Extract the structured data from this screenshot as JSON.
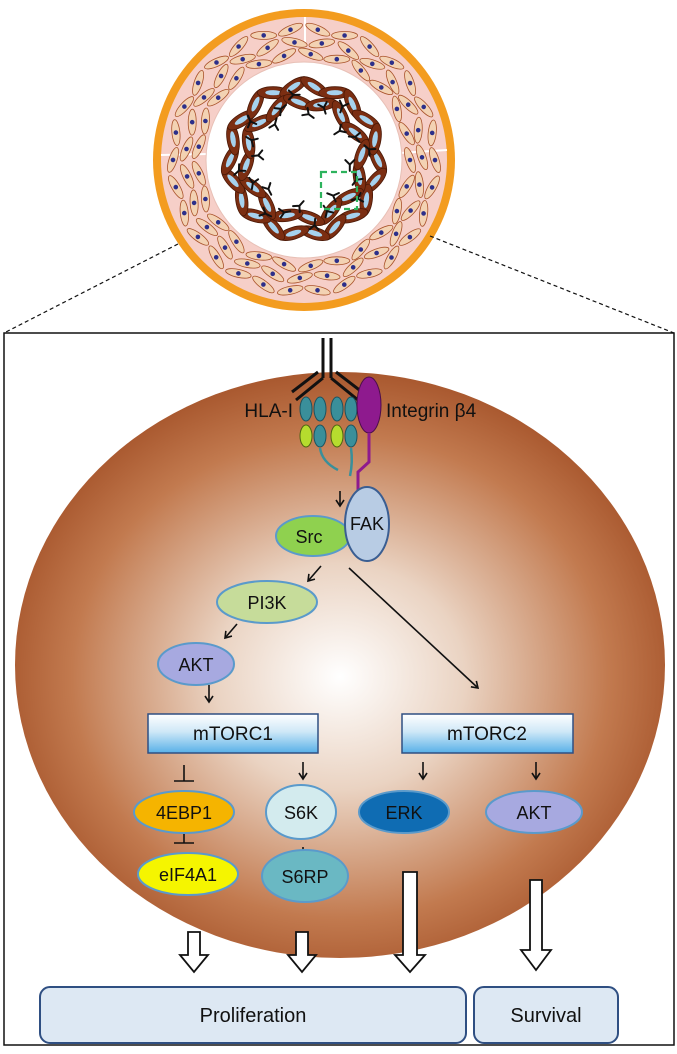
{
  "receptors": {
    "hla_label": "HLA-I",
    "integrin_label": "Integrin β4"
  },
  "nodes": {
    "src": "Src",
    "fak": "FAK",
    "pi3k": "PI3K",
    "akt_upper": "AKT",
    "mtorc1": "mTORC1",
    "mtorc2": "mTORC2",
    "ebp1": "4EBP1",
    "s6k": "S6K",
    "eif4a1": "eIF4A1",
    "s6rp": "S6RP",
    "erk": "ERK",
    "akt_lower": "AKT"
  },
  "outcomes": {
    "proliferation": "Proliferation",
    "survival": "Survival"
  },
  "colors": {
    "vessel_ring": "#f39c1f",
    "vessel_wall": "#f6cfc8",
    "cell_membrane_edge": "#a9532b",
    "box_fill": "#dde8f3",
    "box_border": "#2f4f82",
    "green_node": "#8fd14f",
    "orange_node": "#f5b400",
    "yellow_node": "#f5f500",
    "dark_blue_node": "#0f6cb3",
    "lavender_node": "#a7a9e0"
  }
}
